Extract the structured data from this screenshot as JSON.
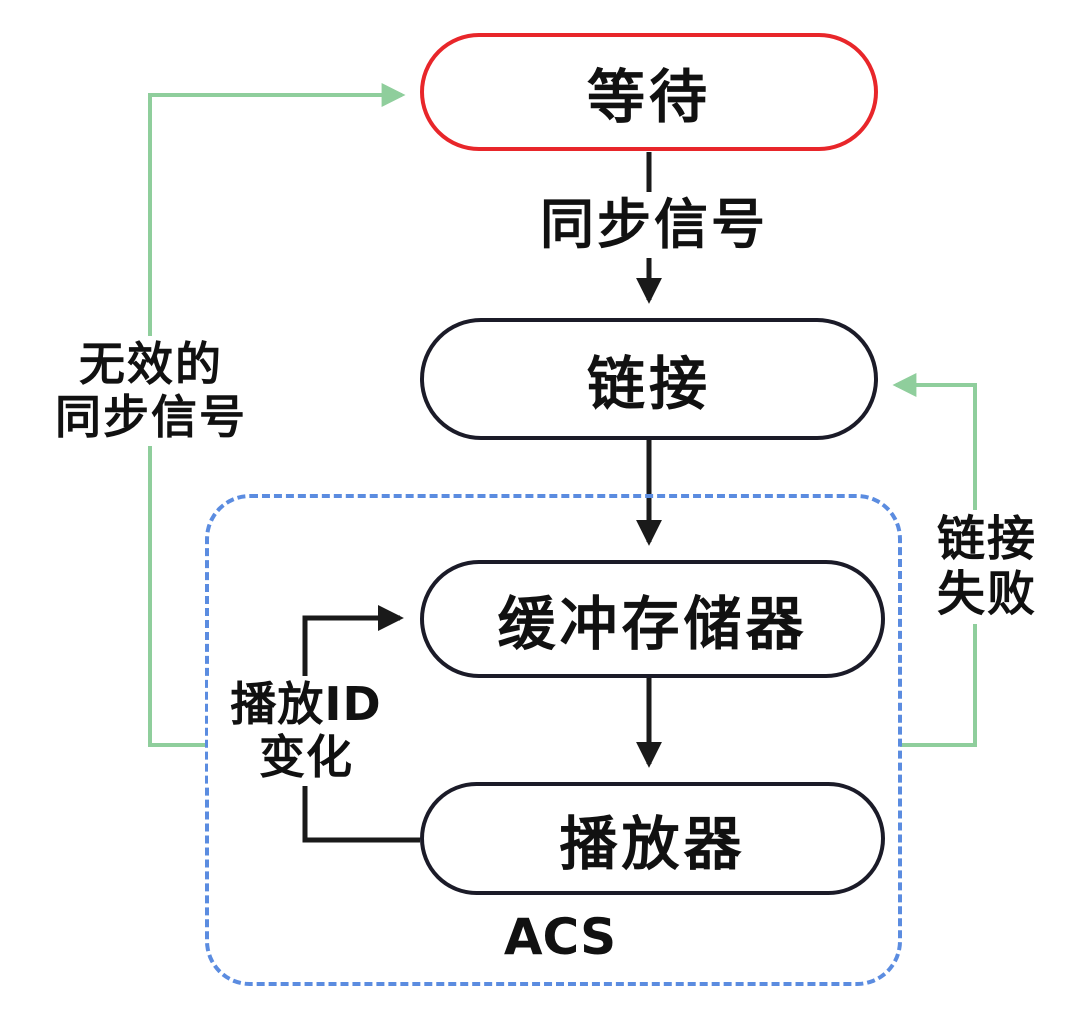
{
  "diagram_title": "state-flow-diagram",
  "colors": {
    "wait_border": "#e8262a",
    "node_border": "#1b1b28",
    "acs_border": "#5b8ce0",
    "green_arrow": "#8fce9c",
    "black_arrow": "#1a1a1a",
    "text": "#111111",
    "background": "#ffffff"
  },
  "nodes": {
    "wait": {
      "label": "等待"
    },
    "link": {
      "label": "链接"
    },
    "buffer": {
      "label": "缓冲存储器"
    },
    "player": {
      "label": "播放器"
    },
    "acs_group": {
      "label": "ACS"
    }
  },
  "edges": {
    "sync_signal": {
      "label": "同步信号",
      "from": "wait",
      "to": "link"
    },
    "link_to_buffer": {
      "label": "",
      "from": "link",
      "to": "buffer"
    },
    "buffer_to_player": {
      "label": "",
      "from": "buffer",
      "to": "player"
    },
    "invalid_sync": {
      "label_line1": "无效的",
      "label_line2": "同步信号",
      "from": "acs_group",
      "to": "wait"
    },
    "link_fail": {
      "label_line1": "链接",
      "label_line2": "失败",
      "from": "acs_group",
      "to": "link"
    },
    "play_id_change": {
      "label_line1": "播放ID",
      "label_line2": "变化",
      "from": "player",
      "to": "buffer"
    }
  }
}
